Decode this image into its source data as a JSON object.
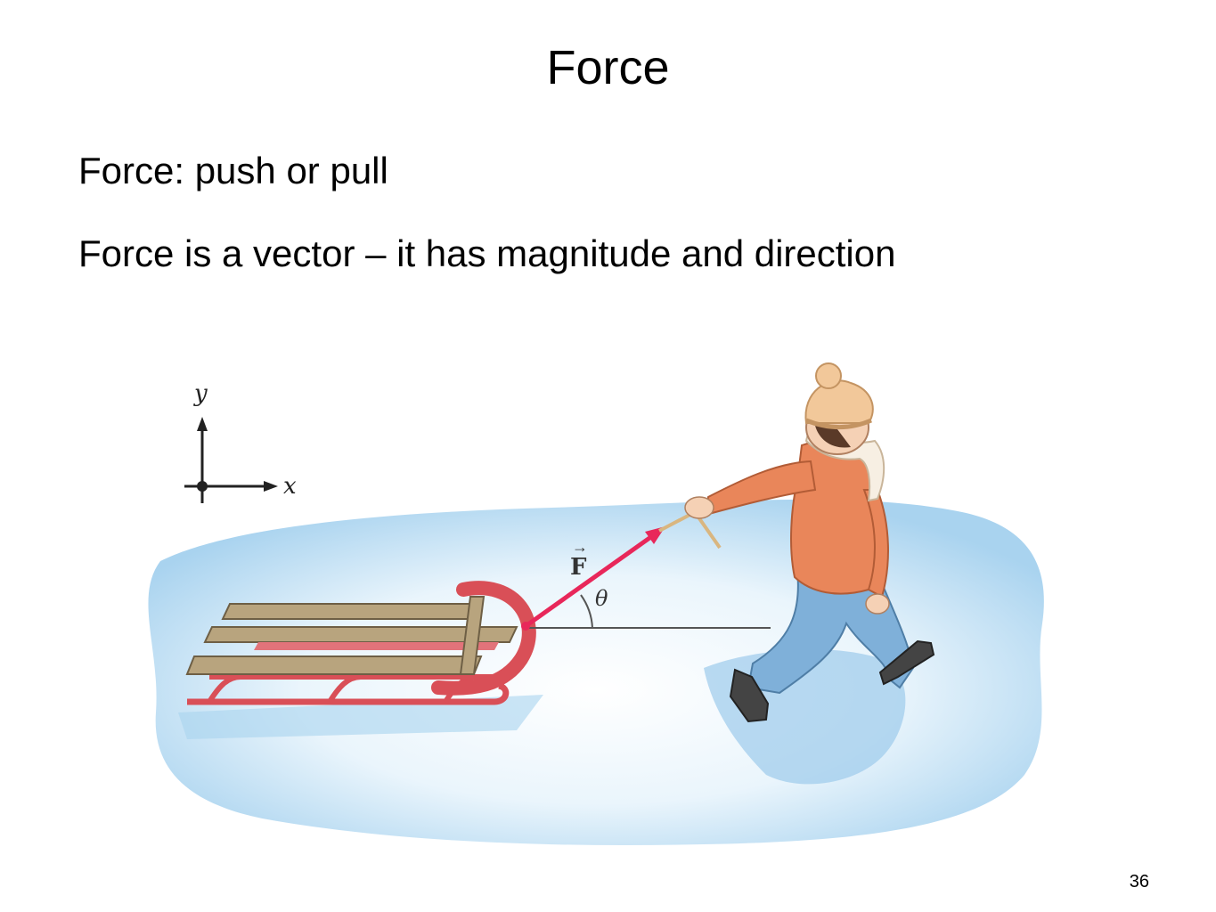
{
  "slide": {
    "title": "Force",
    "bullets": [
      "Force: push or pull",
      "Force is a vector – it has magnitude and direction"
    ],
    "page_number": "36"
  },
  "figure": {
    "axis_y_label": "y",
    "axis_x_label": "x",
    "force_label": "F",
    "force_arrow_symbol": "→",
    "angle_label": "θ",
    "colors": {
      "force_vector": "#e8275a",
      "ice": "#bfe0f5",
      "sled_wood": "#b8a47e",
      "sled_runner": "#d94f57",
      "jacket": "#e9865a",
      "pants": "#7fb0d9",
      "hat": "#f2c89a"
    }
  }
}
